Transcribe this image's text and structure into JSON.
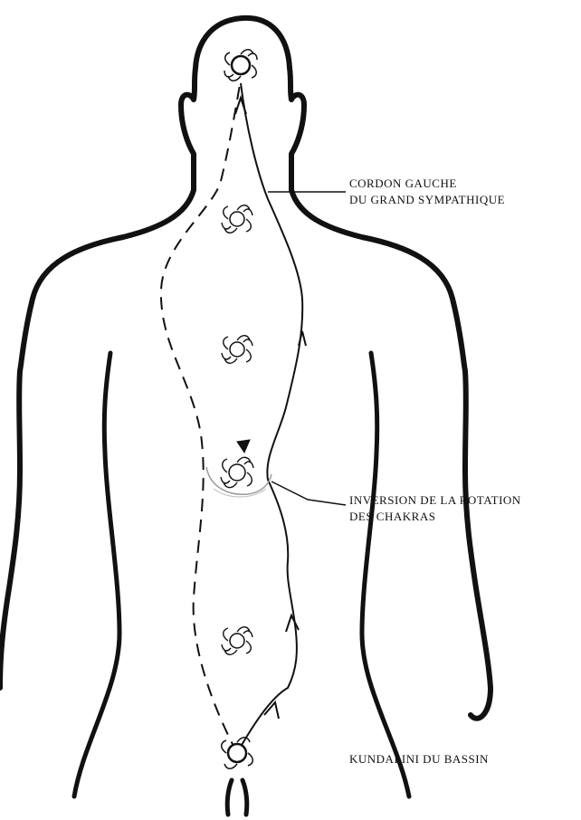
{
  "labels": {
    "cordon_line1": "CORDON GAUCHE",
    "cordon_line2": "DU GRAND SYMPATHIQUE",
    "inversion_line1": "INVERSION DE LA ROTATION",
    "inversion_line2": "DES CHAKRAS",
    "kundalini": "KUNDALINI DU BASSIN"
  },
  "colors": {
    "ink": "#111111",
    "background": "#ffffff"
  }
}
